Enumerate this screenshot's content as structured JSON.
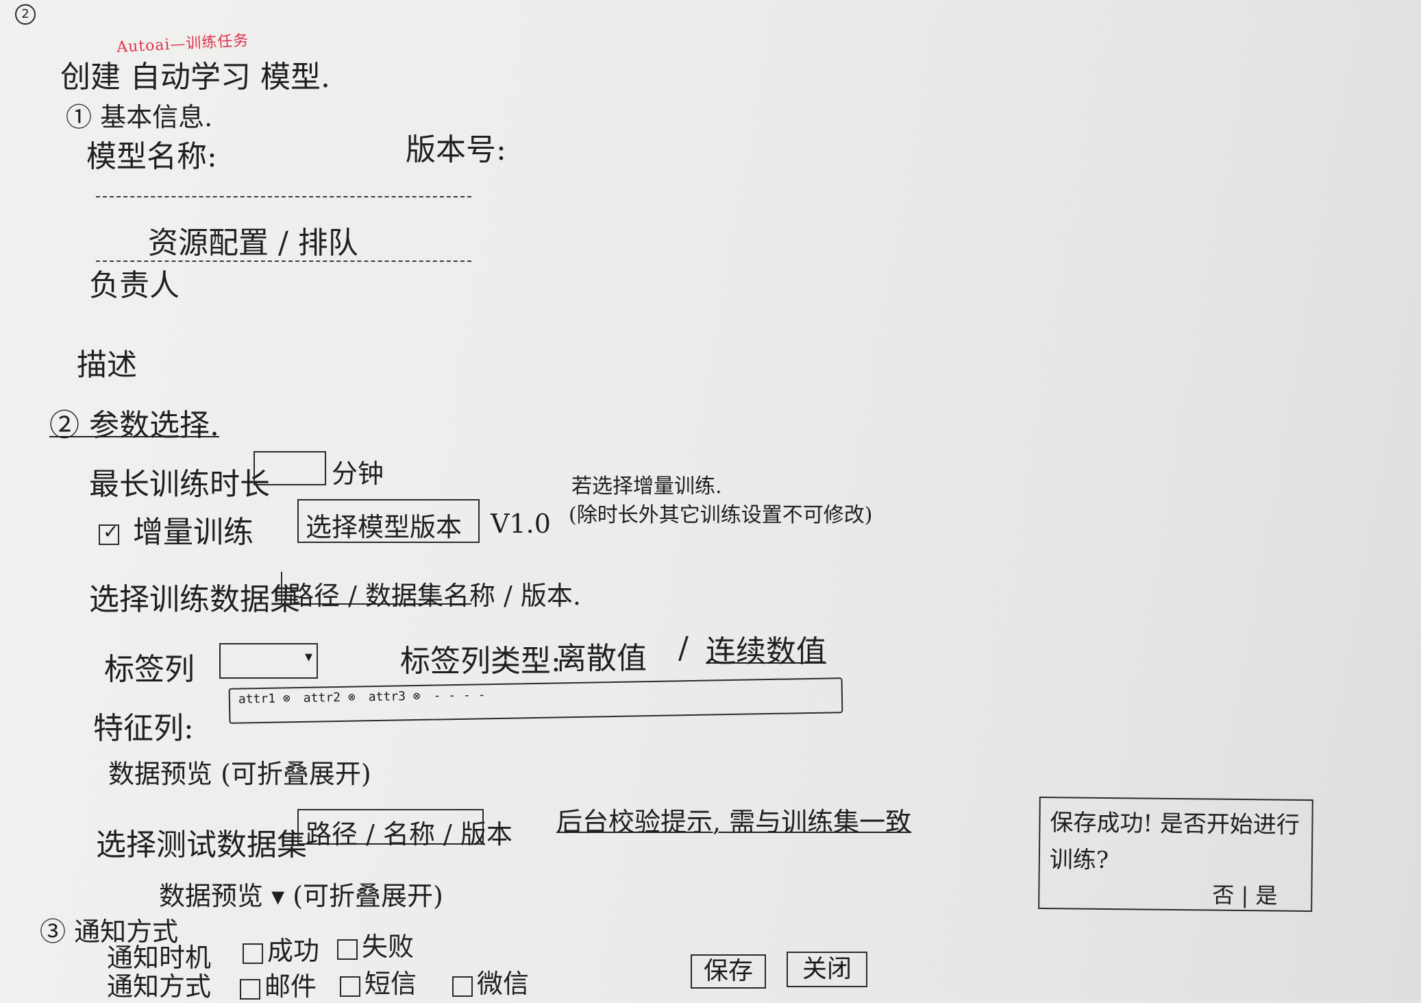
{
  "page": {
    "corner_mark": "2",
    "red_annotation": "Autoai—训练任务",
    "title": "创建 自动学习 模型."
  },
  "section1": {
    "label": "① 基本信息.",
    "model_name": "模型名称:",
    "version": "版本号:",
    "resource": "资源配置 / 排队",
    "owner": "负责人",
    "description": "描述"
  },
  "section2": {
    "label": "② 参数选择.",
    "max_train_time": "最长训练时长",
    "minutes": "分钟",
    "incremental": "增量训练",
    "select_model_version": "选择模型版本",
    "version_value": "V1.0",
    "incremental_note_1": "若选择增量训练.",
    "incremental_note_2": "(除时长外其它训练设置不可修改)",
    "select_train_dataset": "选择训练数据集",
    "dataset_path": "路径 / 数据集名称 / 版本.",
    "label_column": "标签列",
    "label_type": "标签列类型:",
    "label_type_opt1": "离散值",
    "label_type_opt2": "连续数值",
    "feature_columns": "特征列:",
    "features": [
      "attr1 ⊗",
      "attr2 ⊗",
      "attr3 ⊗",
      "- - - -"
    ],
    "data_preview": "数据预览 (可折叠展开)",
    "select_test_dataset": "选择测试数据集",
    "test_dataset_path": "路径 / 名称 / 版本",
    "test_note": "后台校验提示, 需与训练集一致",
    "test_data_preview": "数据预览 ▾ (可折叠展开)"
  },
  "section3": {
    "label": "③ 通知方式",
    "notify_time": "通知时机",
    "opt_success": "成功",
    "opt_fail": "失败",
    "notify_method": "通知方式",
    "opt_email": "邮件",
    "opt_sms": "短信",
    "opt_wechat": "微信"
  },
  "buttons": {
    "save": "保存",
    "close": "关闭"
  },
  "dialog": {
    "message_1": "保存成功! 是否开始进行",
    "message_2": "训练?",
    "answer": "否 | 是"
  }
}
